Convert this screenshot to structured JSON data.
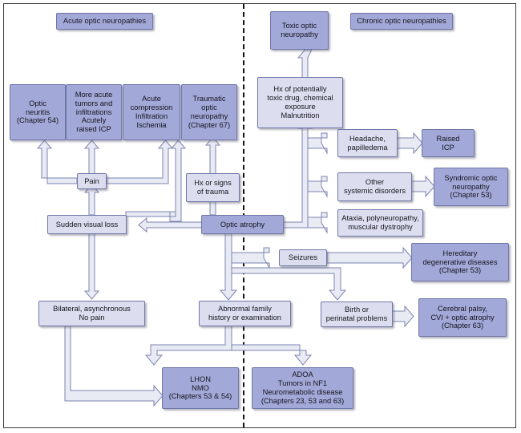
{
  "diagram": {
    "type": "flowchart",
    "title": "Optic atrophy differential diagnosis flowchart",
    "colors": {
      "dark_box": "#a2a8d8",
      "light_box": "#dcdef0",
      "border": "#6f77a8",
      "frame": "#3a3a3a",
      "divider": "#111111",
      "arrow_fill": "#e8eaf4",
      "arrow_stroke": "#6f77a8"
    },
    "divider_label": "vertical dashed divider separating acute (left) and chronic (right) optic neuropathies"
  },
  "headers": {
    "acute": "Acute optic neuropathies",
    "chronic": "Chronic optic neuropathies"
  },
  "nodes": {
    "optic_neuritis": [
      "Optic",
      "neuritis",
      "(Chapter 54)"
    ],
    "more_acute_tumors": [
      "More acute",
      "tumors and",
      "infiltrations",
      "Acutely",
      "raised ICP"
    ],
    "acute_compression": [
      "Acute",
      "compression",
      "Infiltration",
      "Ischemia"
    ],
    "traumatic": [
      "Traumatic",
      "optic",
      "neuropathy",
      "(Chapter 67)"
    ],
    "toxic_optic_neuropathy": [
      "Toxic optic",
      "neuropathy"
    ],
    "hx_toxic": [
      "Hx of potentially",
      "toxic drug, chemical",
      "exposure",
      "Malnutrition"
    ],
    "headache_papilledema": [
      "Headache,",
      "papilledema"
    ],
    "raised_icp": [
      "Raised",
      "ICP"
    ],
    "other_systemic": [
      "Other",
      "systemic disorders"
    ],
    "syndromic": [
      "Syndromic optic",
      "neuropathy",
      "(Chapter 53)"
    ],
    "ataxia": [
      "Ataxia, polyneuropathy,",
      "muscular dystrophy"
    ],
    "pain": [
      "Pain"
    ],
    "hx_trauma": [
      "Hx  or signs",
      "of trauma"
    ],
    "sudden_visual_loss": [
      "Sudden visual loss"
    ],
    "optic_atrophy": [
      "Optic atrophy"
    ],
    "seizures": [
      "Seizures"
    ],
    "hereditary": [
      "Hereditary",
      "degenerative diseases",
      "(Chapter 53)"
    ],
    "bilateral": [
      "Bilateral, asynchronous",
      "No pain"
    ],
    "abnormal_family": [
      "Abnormal family",
      "history or examination"
    ],
    "birth_perinatal": [
      "Birth or",
      "perinatal problems"
    ],
    "cerebral_palsy": [
      "Cerebral palsy,",
      "CVI + optic atrophy",
      "(Chapter 63)"
    ],
    "lhon_nmo": [
      "LHON",
      "NMO",
      "(Chapters 53 & 54)"
    ],
    "adoa": [
      "ADOA",
      "Tumors in NF1",
      "Neurometabolic disease",
      "(Chapters 23, 53 and 63)"
    ]
  },
  "edges": [
    {
      "from": "optic_atrophy",
      "to": "sudden_visual_loss"
    },
    {
      "from": "optic_atrophy",
      "to": "hx_trauma"
    },
    {
      "from": "hx_trauma",
      "to": "traumatic"
    },
    {
      "from": "sudden_visual_loss",
      "to": "pain"
    },
    {
      "from": "sudden_visual_loss",
      "to": "acute_compression"
    },
    {
      "from": "sudden_visual_loss",
      "to": "bilateral"
    },
    {
      "from": "pain",
      "to": "optic_neuritis"
    },
    {
      "from": "pain",
      "to": "more_acute_tumors"
    },
    {
      "from": "pain",
      "to": "acute_compression"
    },
    {
      "from": "optic_atrophy",
      "to": "hx_toxic"
    },
    {
      "from": "hx_toxic",
      "to": "toxic_optic_neuropathy"
    },
    {
      "from": "optic_atrophy",
      "to": "headache_papilledema"
    },
    {
      "from": "headache_papilledema",
      "to": "raised_icp"
    },
    {
      "from": "optic_atrophy",
      "to": "other_systemic"
    },
    {
      "from": "other_systemic",
      "to": "syndromic"
    },
    {
      "from": "optic_atrophy",
      "to": "ataxia"
    },
    {
      "from": "optic_atrophy",
      "to": "seizures"
    },
    {
      "from": "seizures",
      "to": "hereditary"
    },
    {
      "from": "optic_atrophy",
      "to": "abnormal_family"
    },
    {
      "from": "optic_atrophy",
      "to": "birth_perinatal"
    },
    {
      "from": "birth_perinatal",
      "to": "cerebral_palsy"
    },
    {
      "from": "bilateral",
      "to": "lhon_nmo"
    },
    {
      "from": "abnormal_family",
      "to": "lhon_nmo"
    },
    {
      "from": "abnormal_family",
      "to": "adoa"
    }
  ]
}
